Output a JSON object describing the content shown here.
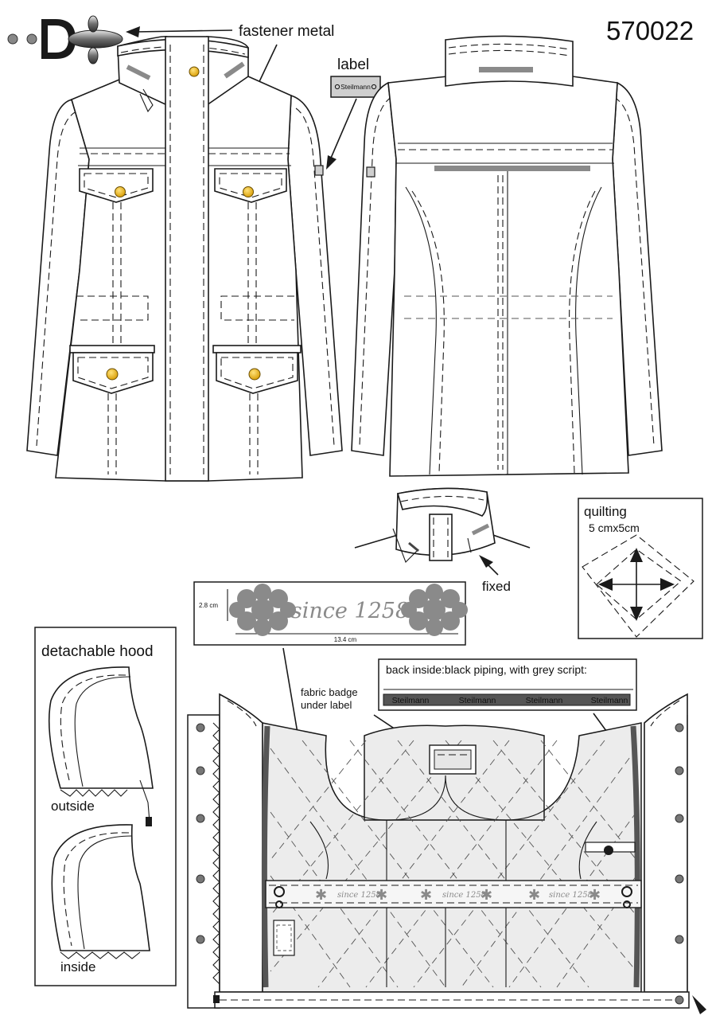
{
  "article_number": "570022",
  "callouts": {
    "fastener": "fastener metal",
    "label": "label",
    "fixed": "fixed",
    "fabric_badge_line1": "fabric badge",
    "fabric_badge_line2": "under label",
    "back_inside": "back inside:black piping, with grey script:"
  },
  "label_tag": {
    "text": "Steilmann"
  },
  "quilting": {
    "title": "quilting",
    "size": "5 cmx5cm"
  },
  "badge_detail": {
    "height": "2.8 cm",
    "width": "13.4 cm",
    "script": "since 1258"
  },
  "piping_script": [
    "Steilmann",
    "Steilmann",
    "Steilmann",
    "Steilmann"
  ],
  "hood": {
    "title": "detachable hood",
    "outside": "outside",
    "inside": "inside"
  },
  "colors": {
    "line": "#1a1a1a",
    "lining": "#ececec",
    "grey": "#8a8a8a",
    "piping": "#555555",
    "button": "#f2b705"
  }
}
